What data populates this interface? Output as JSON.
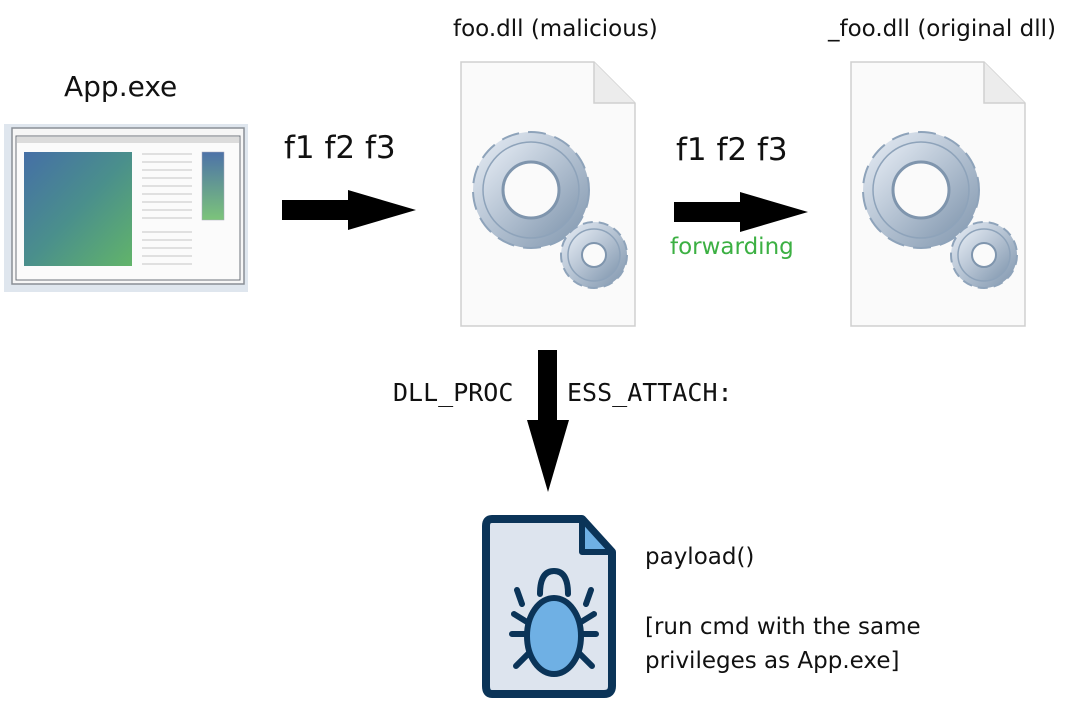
{
  "app": {
    "label": "App.exe"
  },
  "malicious_dll": {
    "label": "foo.dll (malicious)"
  },
  "original_dll": {
    "label": "_foo.dll (original dll)"
  },
  "exports_1": "f1 f2 f3",
  "exports_2": "f1 f2 f3",
  "forwarding": {
    "label": "forwarding",
    "color": "#3cb043"
  },
  "attach": {
    "part1": "DLL_PROC",
    "part2": "ESS_ATTACH:"
  },
  "payload": {
    "name": "payload()",
    "line1": "[run cmd with the same",
    "line2": "privileges as App.exe]"
  },
  "icons": [
    "app-window-icon",
    "dll-gear-file-icon",
    "malware-bug-file-icon"
  ]
}
